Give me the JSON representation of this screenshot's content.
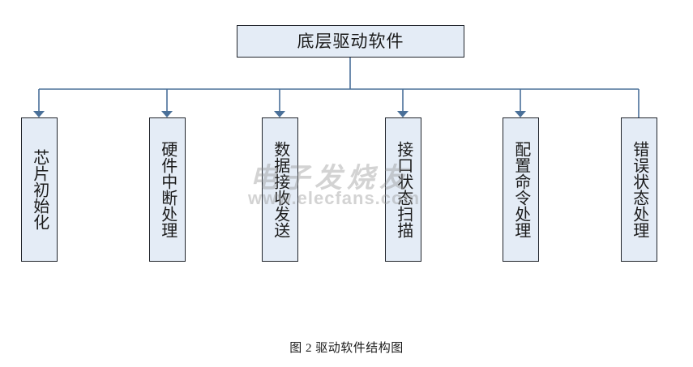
{
  "diagram": {
    "type": "tree-hierarchy",
    "root": {
      "label": "底层驱动软件",
      "name": "root-node"
    },
    "leaves": [
      {
        "label": "芯片初始化",
        "name": "node-chip-init",
        "arrow": true
      },
      {
        "label": "硬件中断处理",
        "name": "node-hw-interrupt",
        "arrow": true
      },
      {
        "label": "数据接收发送",
        "name": "node-data-txrx",
        "arrow": true
      },
      {
        "label": "接口状态扫描",
        "name": "node-interface-scan",
        "arrow": true
      },
      {
        "label": "配置命令处理",
        "name": "node-config-command",
        "arrow": true
      },
      {
        "label": "错误状态处理",
        "name": "node-error-status",
        "arrow": false
      }
    ],
    "colors": {
      "box_fill": "#e4ecf6",
      "box_border": "#20242b",
      "connector": "#4a7099",
      "text": "#1b1b1b",
      "background": "#ffffff"
    }
  },
  "caption": {
    "text": "图 2  驱动软件结构图"
  },
  "watermark": {
    "brand": "电子发烧友",
    "url": "www.elecfans.com"
  }
}
